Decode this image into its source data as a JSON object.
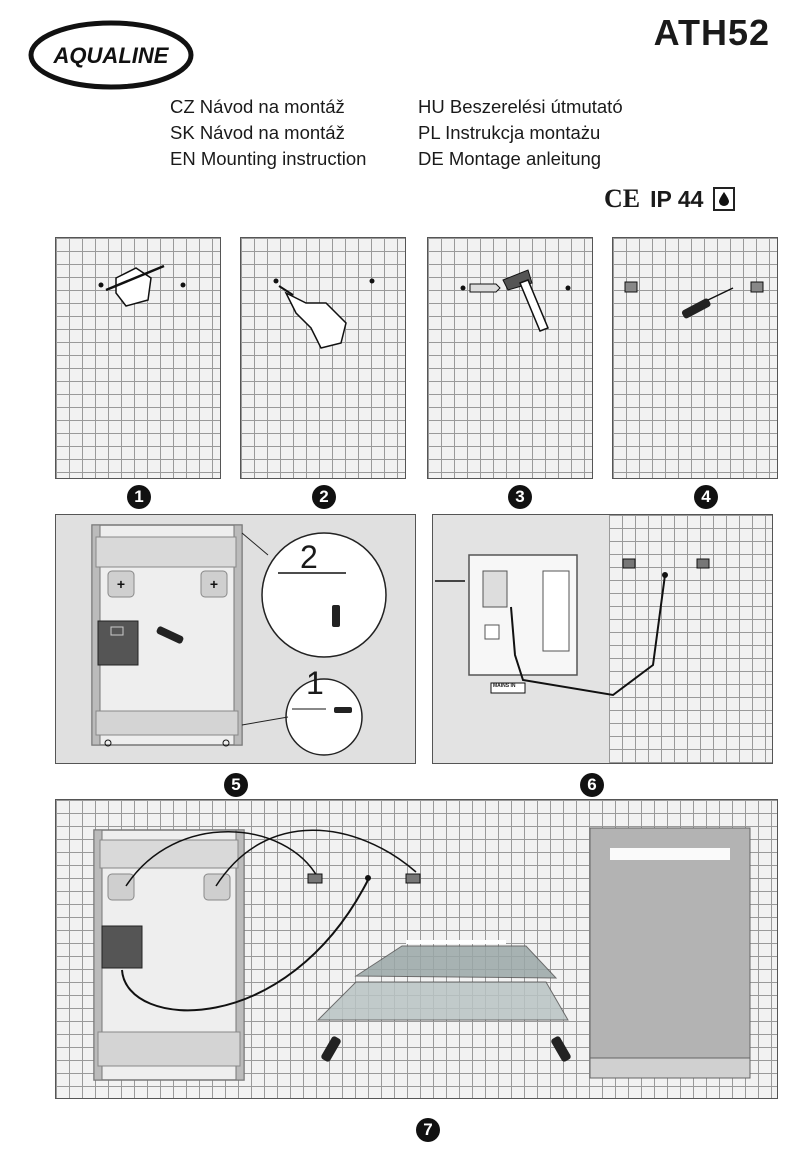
{
  "brand": "AQUALINE",
  "model": "ATH52",
  "instructions_left": [
    "CZ Návod na montáž",
    "SK Návod na montáž",
    "EN Mounting instruction"
  ],
  "instructions_right": [
    "HU Beszerelési útmutató",
    "PL Instrukcja montażu",
    "DE  Montage anleitung"
  ],
  "certification": {
    "ce": "CE",
    "ip": "IP 44"
  },
  "steps": [
    "1",
    "2",
    "3",
    "4",
    "5",
    "6",
    "7"
  ],
  "detail_labels": {
    "detail_2": "2",
    "detail_1": "1"
  },
  "mains_label": "MAINS IN",
  "colors": {
    "ink": "#1a1a1a",
    "wall": "#f2f2f2",
    "mortar": "#9a9a9a",
    "frame": "#b5b5b5"
  }
}
